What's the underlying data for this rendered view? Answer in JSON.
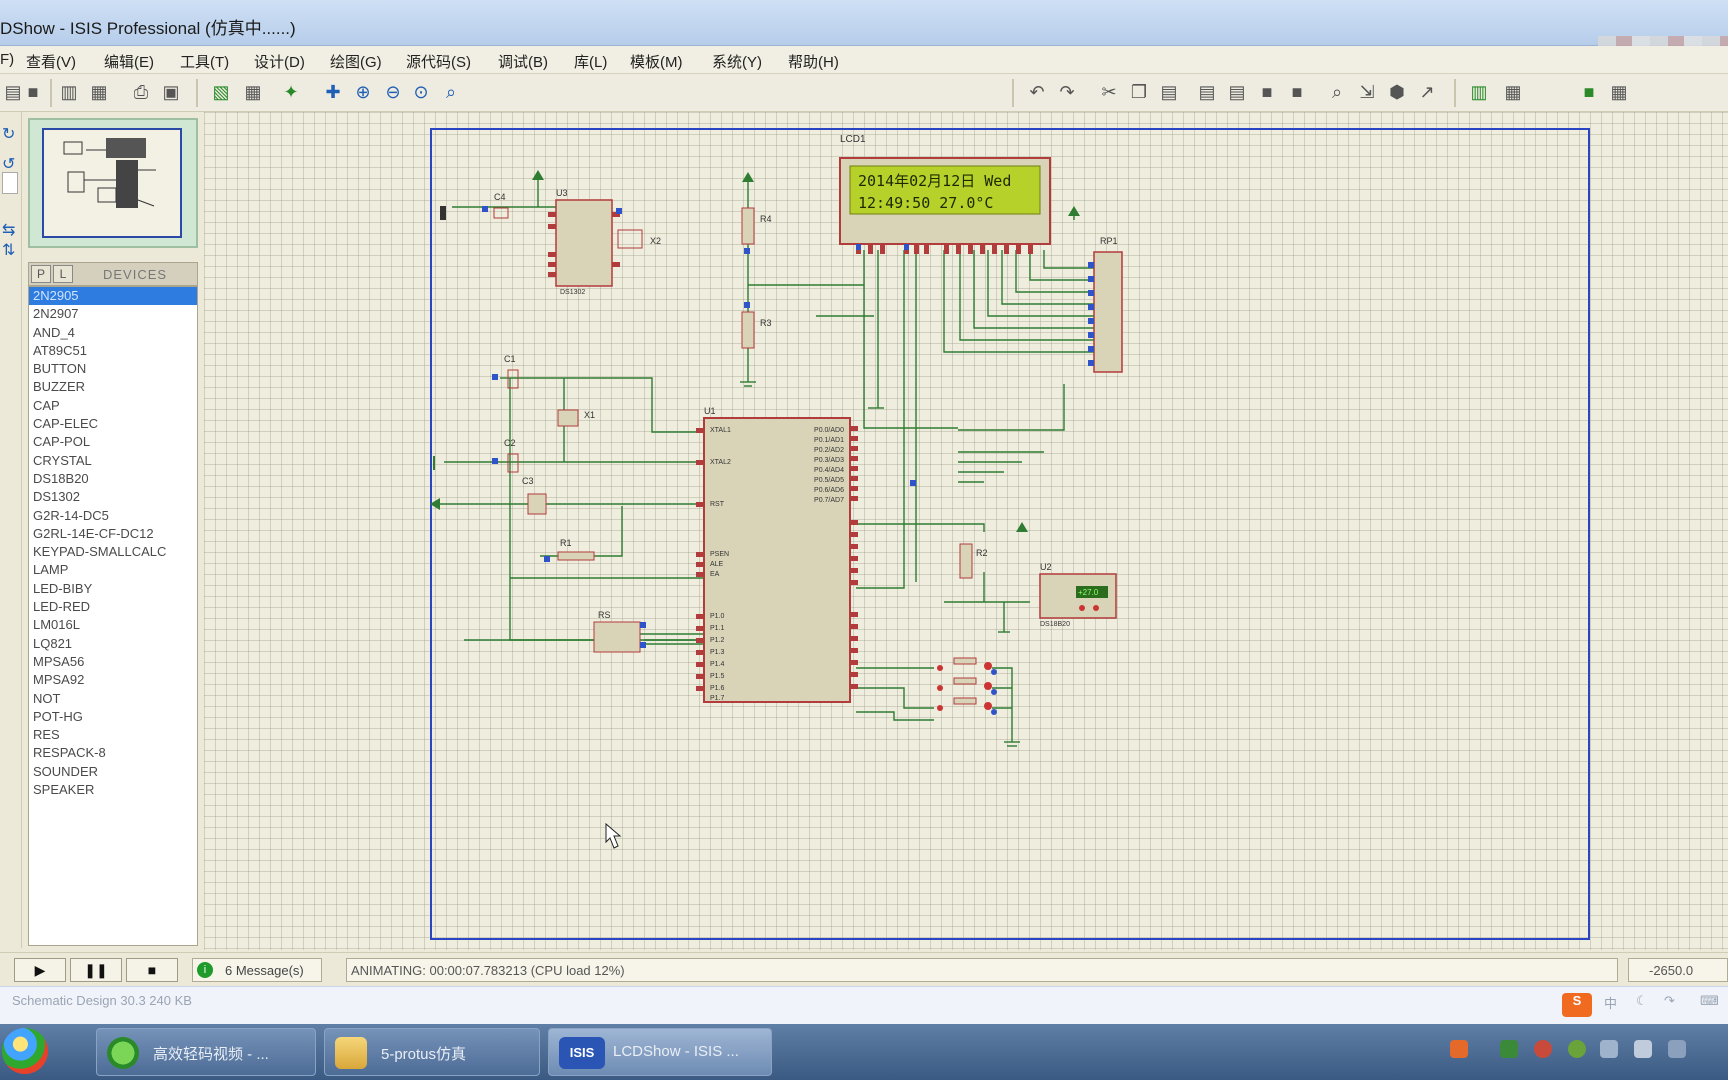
{
  "window": {
    "title": "DShow - ISIS Professional (仿真中......)"
  },
  "menu": [
    "F)",
    "查看(V)",
    "编辑(E)",
    "工具(T)",
    "设计(D)",
    "绘图(G)",
    "源代码(S)",
    "调试(B)",
    "库(L)",
    "模板(M)",
    "系统(Y)",
    "帮助(H)"
  ],
  "devices": {
    "tab_p": "P",
    "tab_l": "L",
    "header": "DEVICES",
    "items": [
      "2N2905",
      "2N2907",
      "AND_4",
      "AT89C51",
      "BUTTON",
      "BUZZER",
      "CAP",
      "CAP-ELEC",
      "CAP-POL",
      "CRYSTAL",
      "DS18B20",
      "DS1302",
      "G2R-14-DC5",
      "G2RL-14E-CF-DC12",
      "KEYPAD-SMALLCALC",
      "LAMP",
      "LED-BIBY",
      "LED-RED",
      "LM016L",
      "LQ821",
      "MPSA56",
      "MPSA92",
      "NOT",
      "POT-HG",
      "RES",
      "RESPACK-8",
      "SOUNDER",
      "SPEAKER"
    ],
    "selected_index": 0
  },
  "schematic": {
    "lcd_ref": "LCD1",
    "lcd_line1": "2014年02月12日  Wed",
    "lcd_line2": "12:49:50   27.0°C",
    "labels": {
      "u1": "U1",
      "u2": "U2",
      "u3": "U3",
      "rp1": "RP1",
      "x1": "X1",
      "x2": "X2",
      "c1": "C1",
      "c2": "C2",
      "c3": "C3",
      "c4": "C4",
      "r1": "R1",
      "r2": "R2",
      "r3": "R3",
      "r4": "R4",
      "rs": "RS"
    },
    "pins_left": [
      "XTAL1",
      "XTAL2",
      "RST",
      "PSEN",
      "ALE",
      "EA"
    ],
    "pins_p1": [
      "P1.0",
      "P1.1",
      "P1.2",
      "P1.3",
      "P1.4",
      "P1.5",
      "P1.6",
      "P1.7"
    ],
    "pins_right": [
      "P0.0/AD0",
      "P0.1/AD1",
      "P0.2/AD2",
      "P0.3/AD3",
      "P0.4/AD4",
      "P0.5/AD5",
      "P0.6/AD6",
      "P0.7/AD7"
    ],
    "sensor_value": "+27.0",
    "u3_part": "DS1302",
    "u2_part": "DS18B20"
  },
  "simulation": {
    "play": "▶",
    "pause": "❚❚",
    "stop": "■",
    "messages": "6 Message(s)",
    "status": "ANIMATING: 00:00:07.783213 (CPU load 12%)",
    "coord": "-2650.0"
  },
  "behind_window": {
    "text": "Schematic Design      30.3  240 KB"
  },
  "ime": {
    "s": "S",
    "lang": "中"
  },
  "taskbar": {
    "items": [
      {
        "label": "高效轻码视频 - ...",
        "icon": "ie-icon"
      },
      {
        "label": "5-protus仿真",
        "icon": "folder-icon"
      },
      {
        "label": "LCDShow - ISIS ...",
        "icon": "isis-icon"
      }
    ],
    "isis_icon_text": "ISIS"
  },
  "colors": {
    "sheet_border": "#2b45c2",
    "wire": "#2e7d32",
    "part_fill": "#d9d4b8",
    "part_border": "#b23b3b",
    "lcd_bg": "#b7d12b",
    "selection": "#2f7ce0"
  }
}
